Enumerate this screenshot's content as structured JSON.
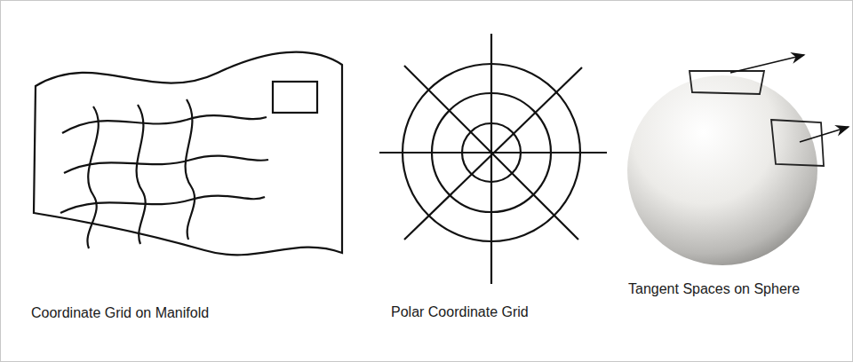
{
  "diagram": {
    "labels": [
      "Coordinate Grid on Manifold",
      "Polar Coordinate Grid",
      "Tangent Spaces on Sphere"
    ]
  }
}
